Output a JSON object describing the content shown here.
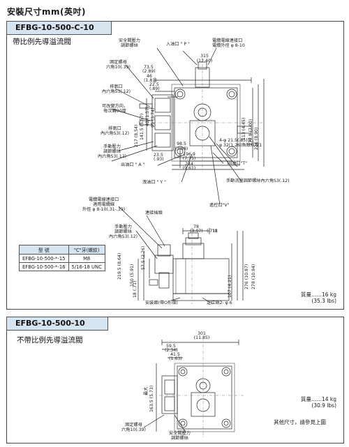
{
  "page_title": "安裝尺寸mm(英吋)",
  "section1": {
    "model": "EFBG-10-500-C-10",
    "subtitle": "帶比例先導溢流閥",
    "labels": {
      "pressure_adjust_screw": "安全閥壓力\n調節螺絲",
      "inlet_p": "入油口 \" P \"",
      "conduit": "電纜電線連接口\n電纜外徑 φ 8-10",
      "dim_315": "315",
      "dim_315_in": "(12.40)",
      "fixed_nut": "固定螺母\n六角10(.39)",
      "dim_73_5": "73.5",
      "dim_73_5_in": "(2.89)",
      "dim_46": "46",
      "dim_46_in": "(1.81)",
      "dim_22_5": "22.5",
      "dim_22_5_in": "(.89)",
      "bleed_port": "排氣口\n內六角S3(.12)",
      "rotatable": "可改變方向，\n每次轉90度",
      "dim_217": "217 (8.54)",
      "dim_141_5": "141.5 (5.57)",
      "dim_40": "40 (1.57)",
      "dim_95": "95 (3.74)",
      "dim_98_5": "98.5",
      "dim_98_5_in": "(3.88)",
      "dim_196_9": "196.9",
      "dim_196_9_in": "(7.75)",
      "dim_244": "244",
      "dim_244_in": "(9.61)",
      "dim_23_5": "23.5",
      "dim_23_5_in": "(.93)",
      "dim_113": "113 (4.45)",
      "dim_177_8": "177.8 (7.00)",
      "dim_226": "226 (8.90)",
      "bolt_holes": "4-φ 21.5(.85)深，\nφ 32(1.26)魚眼坑深1",
      "bleed_port2": "排氣口\n內六角S3(.12)",
      "manual_adjust": "手動壓力\n調節螺絲\n內六角S3(.12)",
      "outlet_a": "出油口 \" A \"",
      "return_t": "回油口\"T\"",
      "drain_y": "洩油口 \" Y \"",
      "flow_adjust": "手動流量調節螺絲內六角S3(.12)",
      "remote_v": "遙控口\"V\"",
      "conduit2": "電纜電線連接口\n適用電纜線\n外徑 φ 8-10(.31-.39)",
      "cap_screw": "連接插頭",
      "manual_adjust2": "手動壓力\n調節螺絲\n內六角S3(.12)",
      "dim_78": "78",
      "dim_78_in": "(3.07)",
      "dim_18": "18",
      "dim_18_in": "(.71)",
      "dim_219_5": "219.5 (8.64)",
      "dim_150": "150 (5.91)",
      "dim_57_5": "57.5 (2.26)",
      "dim_107": "107 (4.21)",
      "dim_276": "276 (10.87)",
      "dim_278": "278 (10.94)",
      "dim_18_2": "18 (.71)",
      "mount_face": "安裝面(帶O形環)",
      "locating_pin": "定位銷2- φ 6"
    },
    "table": {
      "headers": [
        "型 號",
        "\"C\"牙(螺紋)"
      ],
      "rows": [
        [
          "EFBG-10-500-*-15",
          "M8"
        ],
        [
          "EFBG-10-500-*-16",
          "5/16-18 UNC"
        ]
      ]
    },
    "weight": "質量……16 kg",
    "weight_lbs": "(35.3 lbs)"
  },
  "section2": {
    "model": "EFBG-10-500-10",
    "subtitle": "不帶比例先導溢流閥",
    "labels": {
      "dim_301": "301",
      "dim_301_in": "(11.85)",
      "dim_59_5": "59.5",
      "dim_59_5_in": "(2.34)",
      "dim_41_5": "41.5",
      "dim_41_5_in": "(1.63)",
      "dim_max": "最大",
      "dim_163_5": "163.5 (5.73)",
      "fixed_nut": "固定螺母\n六角10(.39)",
      "pressure_adjust": "安全閥壓力\n調節螺絲"
    },
    "weight": "質量……14 kg",
    "weight_lbs": "(30.9 lbs)",
    "note": "其他尺寸，請參見上圖"
  }
}
